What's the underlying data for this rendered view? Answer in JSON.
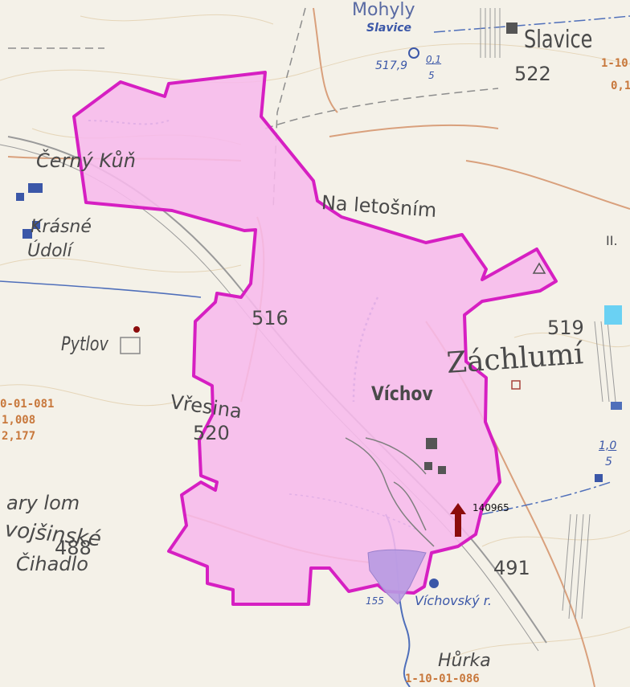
{
  "labels": {
    "monyly": "Mohyly",
    "slavice_blue": "Slavice",
    "slavice_town": "Slavice",
    "elev_517": "517,9",
    "frac_top": "0,1",
    "frac_bottom": "5",
    "elev_522": "522",
    "cerny_kun": "Černý Kůň",
    "na_letosnim": "Na letošním",
    "krasne": "Krásné",
    "udoli": "Údolí",
    "elev_516": "516",
    "elev_519": "519",
    "pytlov": "Pytlov",
    "zachlumi": "Záchlumí",
    "vrsina": "Vřesina",
    "vichov": "Víchov",
    "elev_520": "520",
    "code_081": "0-01-081",
    "code_008": "1,008",
    "code_177": "2,177",
    "stary_lom": "ary lom",
    "vojsinske": "vojšinské",
    "elev_488": "488",
    "cihadlo": "Čihadlo",
    "elev_491": "491",
    "vichovsky": "Víchovský r.",
    "hurka": "Hůrka",
    "code_bottom": "1-10-01-086",
    "elev_155": "155",
    "frac_r_top": "1,0",
    "frac_r_bottom": "5",
    "code_tr": "1-10-",
    "code_tr2": "0,1",
    "road_ii": "II.",
    "point_id": "140965"
  },
  "colors": {
    "polygon_fill": "#f7b9ec",
    "polygon_stroke": "#d61fc2",
    "marker": "#8b0c0c",
    "water": "#4f6fba",
    "road": "#d7a07a",
    "cyan": "#6ad1f3"
  }
}
